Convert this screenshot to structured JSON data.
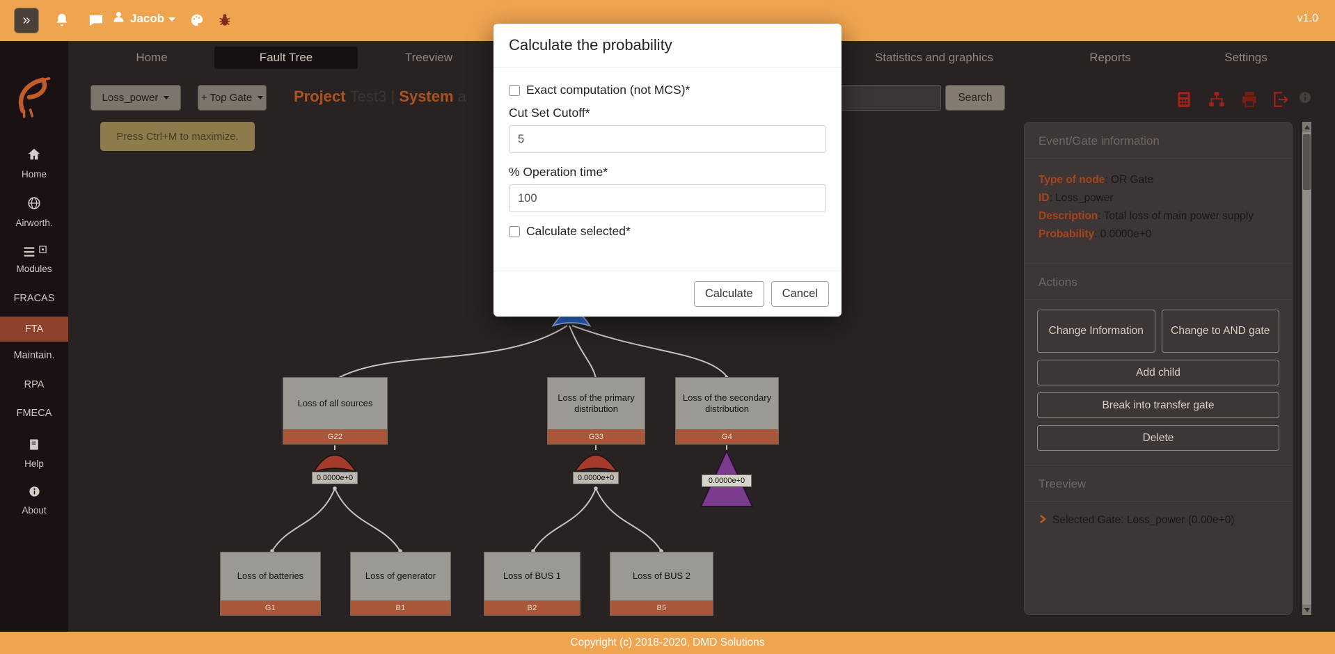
{
  "colors": {
    "header_orange": "#efa450",
    "accent_orange": "#ad531c",
    "gate_red": "#a63b2c",
    "gate_purple": "#7c3c8e",
    "selected_blue": "#2f6bd6",
    "sidebar_active": "#8d402a"
  },
  "header": {
    "collapse": "»",
    "user": "Jacob",
    "version": "v1.0"
  },
  "sidebar": {
    "items": [
      {
        "label": "Home"
      },
      {
        "label": "Airworth."
      },
      {
        "label": "Modules"
      },
      {
        "label": "FRACAS"
      },
      {
        "label": "FTA"
      },
      {
        "label": "Maintain."
      },
      {
        "label": "RPA"
      },
      {
        "label": "FMECA"
      },
      {
        "label": "Help"
      },
      {
        "label": "About"
      }
    ]
  },
  "tabs": {
    "items": [
      {
        "label": "Home"
      },
      {
        "label": "Fault Tree"
      },
      {
        "label": "Treeview"
      },
      {
        "label": "Statistics and graphics"
      },
      {
        "label": "Reports"
      },
      {
        "label": "Settings"
      }
    ]
  },
  "toolbar": {
    "node_select": "Loss_power",
    "top_gate": "+ Top Gate",
    "title_project_label": "Project",
    "title_project_value": "Test3",
    "title_separator": "|",
    "title_system_label": "System",
    "title_system_value": "a",
    "search_button": "Search"
  },
  "tooltip": {
    "text": "Press Ctrl+M to maximize."
  },
  "modal": {
    "title": "Calculate the probability",
    "exact_checkbox_label": "Exact computation (not MCS)*",
    "cutoff_label": "Cut Set Cutoff*",
    "cutoff_value": "5",
    "operation_label": "% Operation time*",
    "operation_value": "100",
    "selected_checkbox_label": "Calculate selected*",
    "calculate_button": "Calculate",
    "cancel_button": "Cancel"
  },
  "tree": {
    "gates": [
      {
        "label": "Loss of all sources",
        "tag": "G22",
        "probability": "0.0000e+0"
      },
      {
        "label": "Loss of the primary distribution",
        "tag": "G33",
        "probability": "0.0000e+0"
      },
      {
        "label": "Loss of the secondary distribution",
        "tag": "G4",
        "probability": "0.0000e+0"
      }
    ],
    "events": [
      {
        "label": "Loss of batteries",
        "tag": "G1"
      },
      {
        "label": "Loss of generator",
        "tag": "B1"
      },
      {
        "label": "Loss of BUS 1",
        "tag": "B2"
      },
      {
        "label": "Loss of BUS 2",
        "tag": "B5"
      }
    ]
  },
  "panel": {
    "info_header": "Event/Gate information",
    "type_label": "Type of node",
    "type_value": ": OR Gate",
    "id_label": "ID",
    "id_value": ": Loss_power",
    "desc_label": "Description",
    "desc_value": ": Total loss of main power supply",
    "prob_label": "Probability",
    "prob_value": ": 0.0000e+0",
    "actions_header": "Actions",
    "actions": [
      {
        "label": "Change Information"
      },
      {
        "label": "Change to AND gate"
      },
      {
        "label": "Add child"
      },
      {
        "label": "Break into transfer gate"
      },
      {
        "label": "Delete"
      }
    ],
    "treeview_header": "Treeview",
    "selected_line": "Selected Gate: Loss_power (0.00e+0)"
  },
  "footer": {
    "copyright": "Copyright (c) 2018-2020, DMD Solutions"
  }
}
